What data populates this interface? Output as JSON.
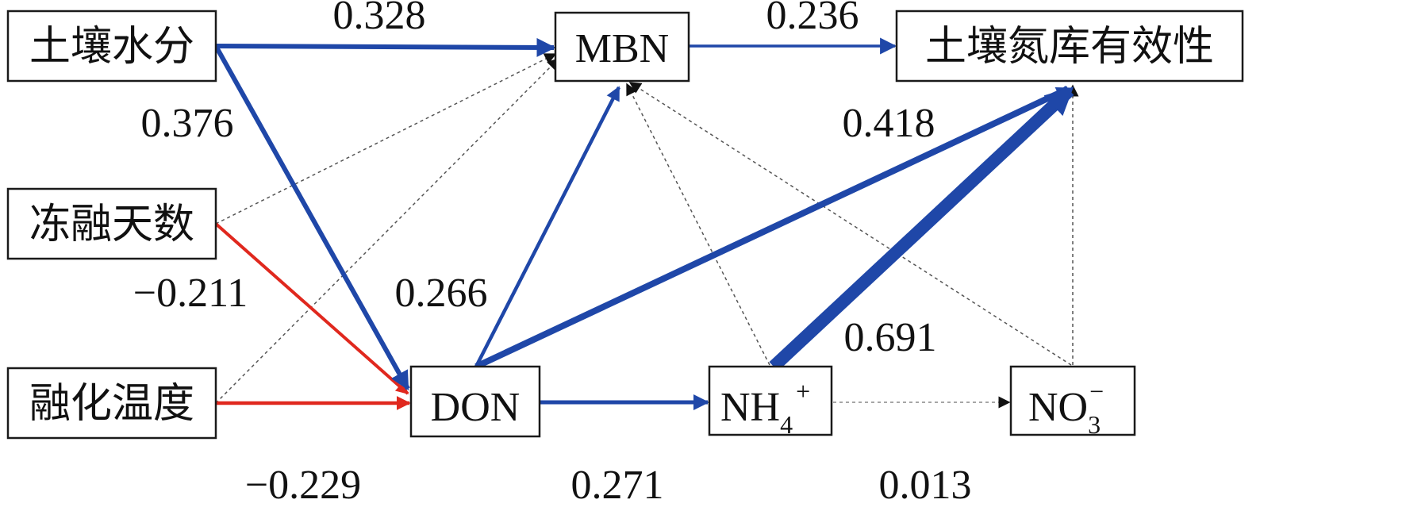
{
  "nodes": {
    "soil_moisture": "土壤水分",
    "freeze_thaw_days": "冻融天数",
    "thaw_temperature": "融化温度",
    "mbn": "MBN",
    "n_availability": "土壤氮库有效性",
    "don": "DON",
    "nh4": {
      "base": "NH",
      "sub": "4",
      "sup": "+"
    },
    "no3": {
      "base": "NO",
      "sub": "3",
      "sup": "−"
    }
  },
  "coefficients": {
    "moisture_to_mbn": "0.328",
    "mbn_to_availability": "0.236",
    "moisture_to_don": "0.376",
    "don_to_availability": "0.418",
    "freeze_to_don": "−0.211",
    "don_to_mbn": "0.266",
    "nh4_to_availability": "0.691",
    "thaw_to_don": "−0.229",
    "don_to_nh4": "0.271",
    "nh4_to_no3": "0.013"
  },
  "colors": {
    "positive_path": "#1f47a8",
    "negative_path": "#e0281e",
    "nonsignificant_path": "#666666"
  }
}
